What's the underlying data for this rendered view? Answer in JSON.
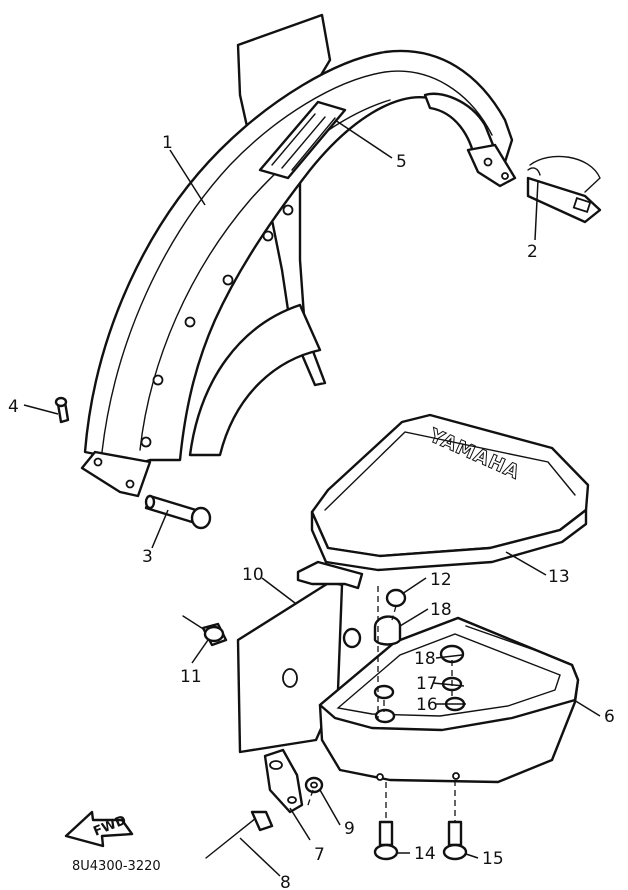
{
  "diagram": {
    "drawing_code": "8U4300-3220",
    "brand_mark": "YAMAHA",
    "direction_arrow": "FWD",
    "callouts": [
      {
        "id": "callout-1",
        "label": "1"
      },
      {
        "id": "callout-2",
        "label": "2"
      },
      {
        "id": "callout-3",
        "label": "3"
      },
      {
        "id": "callout-4",
        "label": "4"
      },
      {
        "id": "callout-5",
        "label": "5"
      },
      {
        "id": "callout-6",
        "label": "6"
      },
      {
        "id": "callout-7",
        "label": "7"
      },
      {
        "id": "callout-8",
        "label": "8"
      },
      {
        "id": "callout-9",
        "label": "9"
      },
      {
        "id": "callout-10",
        "label": "10"
      },
      {
        "id": "callout-11",
        "label": "11"
      },
      {
        "id": "callout-12",
        "label": "12"
      },
      {
        "id": "callout-13",
        "label": "13"
      },
      {
        "id": "callout-14",
        "label": "14"
      },
      {
        "id": "callout-15",
        "label": "15"
      },
      {
        "id": "callout-16",
        "label": "16"
      },
      {
        "id": "callout-17",
        "label": "17"
      },
      {
        "id": "callout-18a",
        "label": "18"
      },
      {
        "id": "callout-18b",
        "label": "18"
      }
    ]
  }
}
